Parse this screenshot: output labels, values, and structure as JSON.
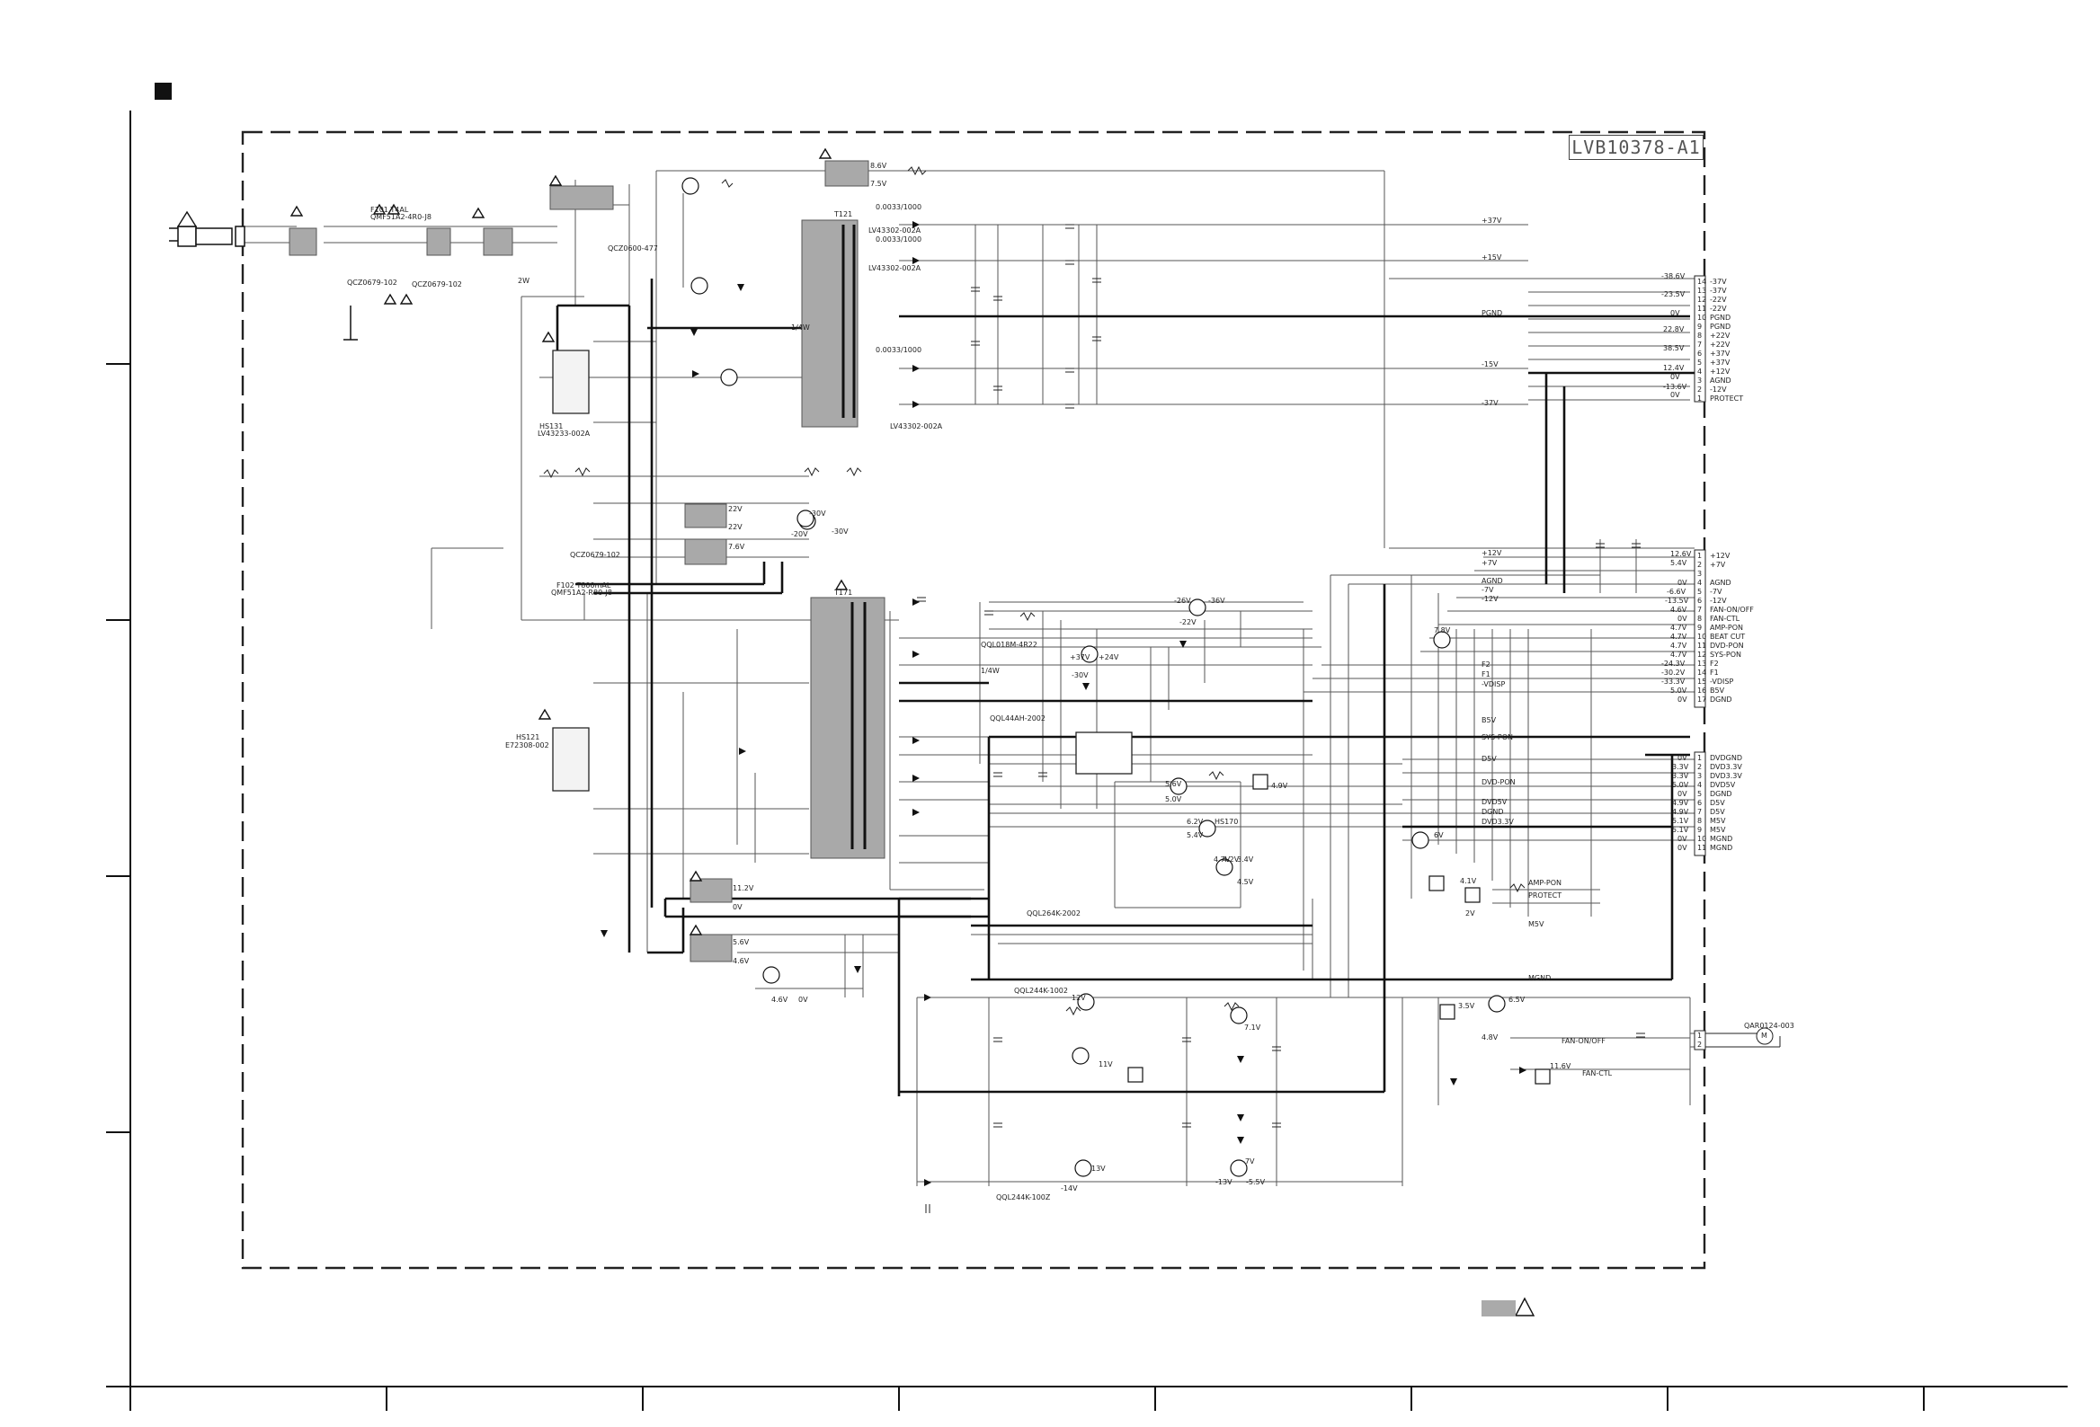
{
  "board": {
    "id": "LVB10378-A1"
  },
  "components": {
    "fuse1": "F101  T4AL",
    "fuse1_part": "QMF51A2-4R0-J8",
    "fuse2": "F102   T800mAL",
    "fuse2_part": "QMF51A2-R80-J8",
    "cap1": "QCZ0679-102",
    "cap2": "QCZ0679-102",
    "cap3": "QCZ0600-477",
    "cap4": "QCZ0679-102",
    "heatsink1": "HS131",
    "heatsink1_part": "LV43233-002A",
    "heatsink2": "HS121",
    "heatsink2_part": "E72308-002",
    "hs170": "HS170",
    "t121": "T121",
    "t171": "T171",
    "xfmr_a": "LV43302-002A",
    "xfmr_b": "LV43302-002A",
    "xfmr_c": "LV43302-002A",
    "coil1": "QQL018M-4R22",
    "coil2": "QQL44AH-2002",
    "coil3": "QQL264K-2002",
    "coil4": "QQL244K-1002",
    "coil5": "QQL244K-100Z",
    "fan_connector": "QAR0124-003",
    "fan_motor": "M",
    "r_cap1": "0.0033/1000",
    "r_cap2": "0.0033/1000",
    "r_cap3": "0.0033/1000",
    "quarter_w": "1/4W",
    "two_w": "2W"
  },
  "rails": {
    "plus37": "+37V",
    "plus15": "+15V",
    "pgnd": "PGND",
    "minus15": "-15V",
    "minus37": "-37V",
    "plus12": "+12V",
    "plus7": "+7V",
    "agnd": "AGND",
    "minus7": "-7V",
    "minus12": "-12V",
    "f2": "F2",
    "f1": "F1",
    "vdisp": "-VDISP",
    "b5v": "B5V",
    "sys_pon": "SYS-PON",
    "d5v": "D5V",
    "dvd_pon": "DVD-PON",
    "dvd5v": "DVD5V",
    "dgnd": "DGND",
    "dvd33": "DVD3.3V",
    "amp_pon": "AMP-PON",
    "protect": "PROTECT",
    "m5v": "M5V",
    "mgnd": "MGND",
    "fan_onoff": "FAN-ON/OFF",
    "fan_ctl": "FAN-CTL"
  },
  "connector1": {
    "pins": [
      {
        "n": "14",
        "lbl": "-37V",
        "v": "-38.6V"
      },
      {
        "n": "13",
        "lbl": "-37V",
        "v": "-23.5V"
      },
      {
        "n": "12",
        "lbl": "-22V",
        "v": ""
      },
      {
        "n": "11",
        "lbl": "-22V",
        "v": ""
      },
      {
        "n": "10",
        "lbl": "PGND",
        "v": "0V"
      },
      {
        "n": "9",
        "lbl": "PGND",
        "v": ""
      },
      {
        "n": "8",
        "lbl": "+22V",
        "v": "22.8V"
      },
      {
        "n": "7",
        "lbl": "+22V",
        "v": ""
      },
      {
        "n": "6",
        "lbl": "+37V",
        "v": "38.5V"
      },
      {
        "n": "5",
        "lbl": "+37V",
        "v": ""
      },
      {
        "n": "4",
        "lbl": "+12V",
        "v": "12.4V"
      },
      {
        "n": "3",
        "lbl": "AGND",
        "v": "0V"
      },
      {
        "n": "2",
        "lbl": "-12V",
        "v": "-13.6V"
      },
      {
        "n": "1",
        "lbl": "PROTECT",
        "v": "0V"
      }
    ]
  },
  "connector2": {
    "pins": [
      {
        "n": "1",
        "lbl": "+12V",
        "v": "12.6V"
      },
      {
        "n": "2",
        "lbl": "+7V",
        "v": "5.4V"
      },
      {
        "n": "3",
        "lbl": "",
        "v": ""
      },
      {
        "n": "4",
        "lbl": "AGND",
        "v": "0V"
      },
      {
        "n": "5",
        "lbl": "-7V",
        "v": "-6.6V"
      },
      {
        "n": "6",
        "lbl": "-12V",
        "v": "-13.5V"
      },
      {
        "n": "7",
        "lbl": "FAN-ON/OFF",
        "v": "4.6V"
      },
      {
        "n": "8",
        "lbl": "FAN-CTL",
        "v": "0V"
      },
      {
        "n": "9",
        "lbl": "AMP-PON",
        "v": "4.7V"
      },
      {
        "n": "10",
        "lbl": "BEAT CUT",
        "v": "4.7V"
      },
      {
        "n": "11",
        "lbl": "DVD-PON",
        "v": "4.7V"
      },
      {
        "n": "12",
        "lbl": "SYS-PON",
        "v": "4.7V"
      },
      {
        "n": "13",
        "lbl": "F2",
        "v": "-24.3V"
      },
      {
        "n": "14",
        "lbl": "F1",
        "v": "-30.2V"
      },
      {
        "n": "15",
        "lbl": "-VDISP",
        "v": "-33.3V"
      },
      {
        "n": "16",
        "lbl": "B5V",
        "v": "5.0V"
      },
      {
        "n": "17",
        "lbl": "DGND",
        "v": "0V"
      }
    ]
  },
  "connector3": {
    "pins": [
      {
        "n": "1",
        "lbl": "DVDGND",
        "v": "0V"
      },
      {
        "n": "2",
        "lbl": "DVD3.3V",
        "v": "3.3V"
      },
      {
        "n": "3",
        "lbl": "DVD3.3V",
        "v": "3.3V"
      },
      {
        "n": "4",
        "lbl": "DVD5V",
        "v": "5.0V"
      },
      {
        "n": "5",
        "lbl": "DGND",
        "v": "0V"
      },
      {
        "n": "6",
        "lbl": "D5V",
        "v": "4.9V"
      },
      {
        "n": "7",
        "lbl": "D5V",
        "v": "4.9V"
      },
      {
        "n": "8",
        "lbl": "M5V",
        "v": "5.1V"
      },
      {
        "n": "9",
        "lbl": "M5V",
        "v": "5.1V"
      },
      {
        "n": "10",
        "lbl": "MGND",
        "v": "0V"
      },
      {
        "n": "11",
        "lbl": "MGND",
        "v": "0V"
      }
    ]
  },
  "connector4": {
    "pins": [
      {
        "n": "1",
        "lbl": "",
        "v": ""
      },
      {
        "n": "2",
        "lbl": "",
        "v": ""
      }
    ]
  },
  "voltages": {
    "v_8_6": "8.6V",
    "v_7_5": "7.5V",
    "v_22": "22V",
    "v_22b": "22V",
    "v_7_6": "7.6V",
    "v_30m": "-30V",
    "v_30mb": "-30V",
    "v_20m": "-20V",
    "v_26m": "-26V",
    "v_36m": "-36V",
    "v_22m": "-22V",
    "v_37p": "+37V",
    "v_24p": "+24V",
    "v_30m2": "-30V",
    "v_11_2": "11.2V",
    "v_0": "0V",
    "v_5_6": "5.6V",
    "v_4_6": "4.6V",
    "v_4_6b": "4.6V",
    "v_0b": "0V",
    "v_5_6b": "5.6V",
    "v_5_0": "5.0V",
    "v_4_9": "4.9V",
    "v_6_2": "6.2V",
    "v_5_4": "5.4V",
    "v_4_2": "4.2V",
    "v_4_7": "4.7V",
    "v_3_4": "3.4V",
    "v_4_5": "4.5V",
    "v_7_8": "7.8V",
    "v_12": "12V",
    "v_11": "11V",
    "v_13": "13V",
    "v_7_1": "7.1V",
    "v_14m": "-14V",
    "v_13m": "-13V",
    "v_7m": "-7V",
    "v_5_5m": "-5.5V",
    "v_6_5": "6.5V",
    "v_11_6": "11.6V",
    "v_3_5": "3.5V",
    "v_4_8": "4.8V",
    "v_2": "2V",
    "v_6": "6V",
    "v_4_1": "4.1V"
  },
  "legend": {
    "label": ""
  }
}
